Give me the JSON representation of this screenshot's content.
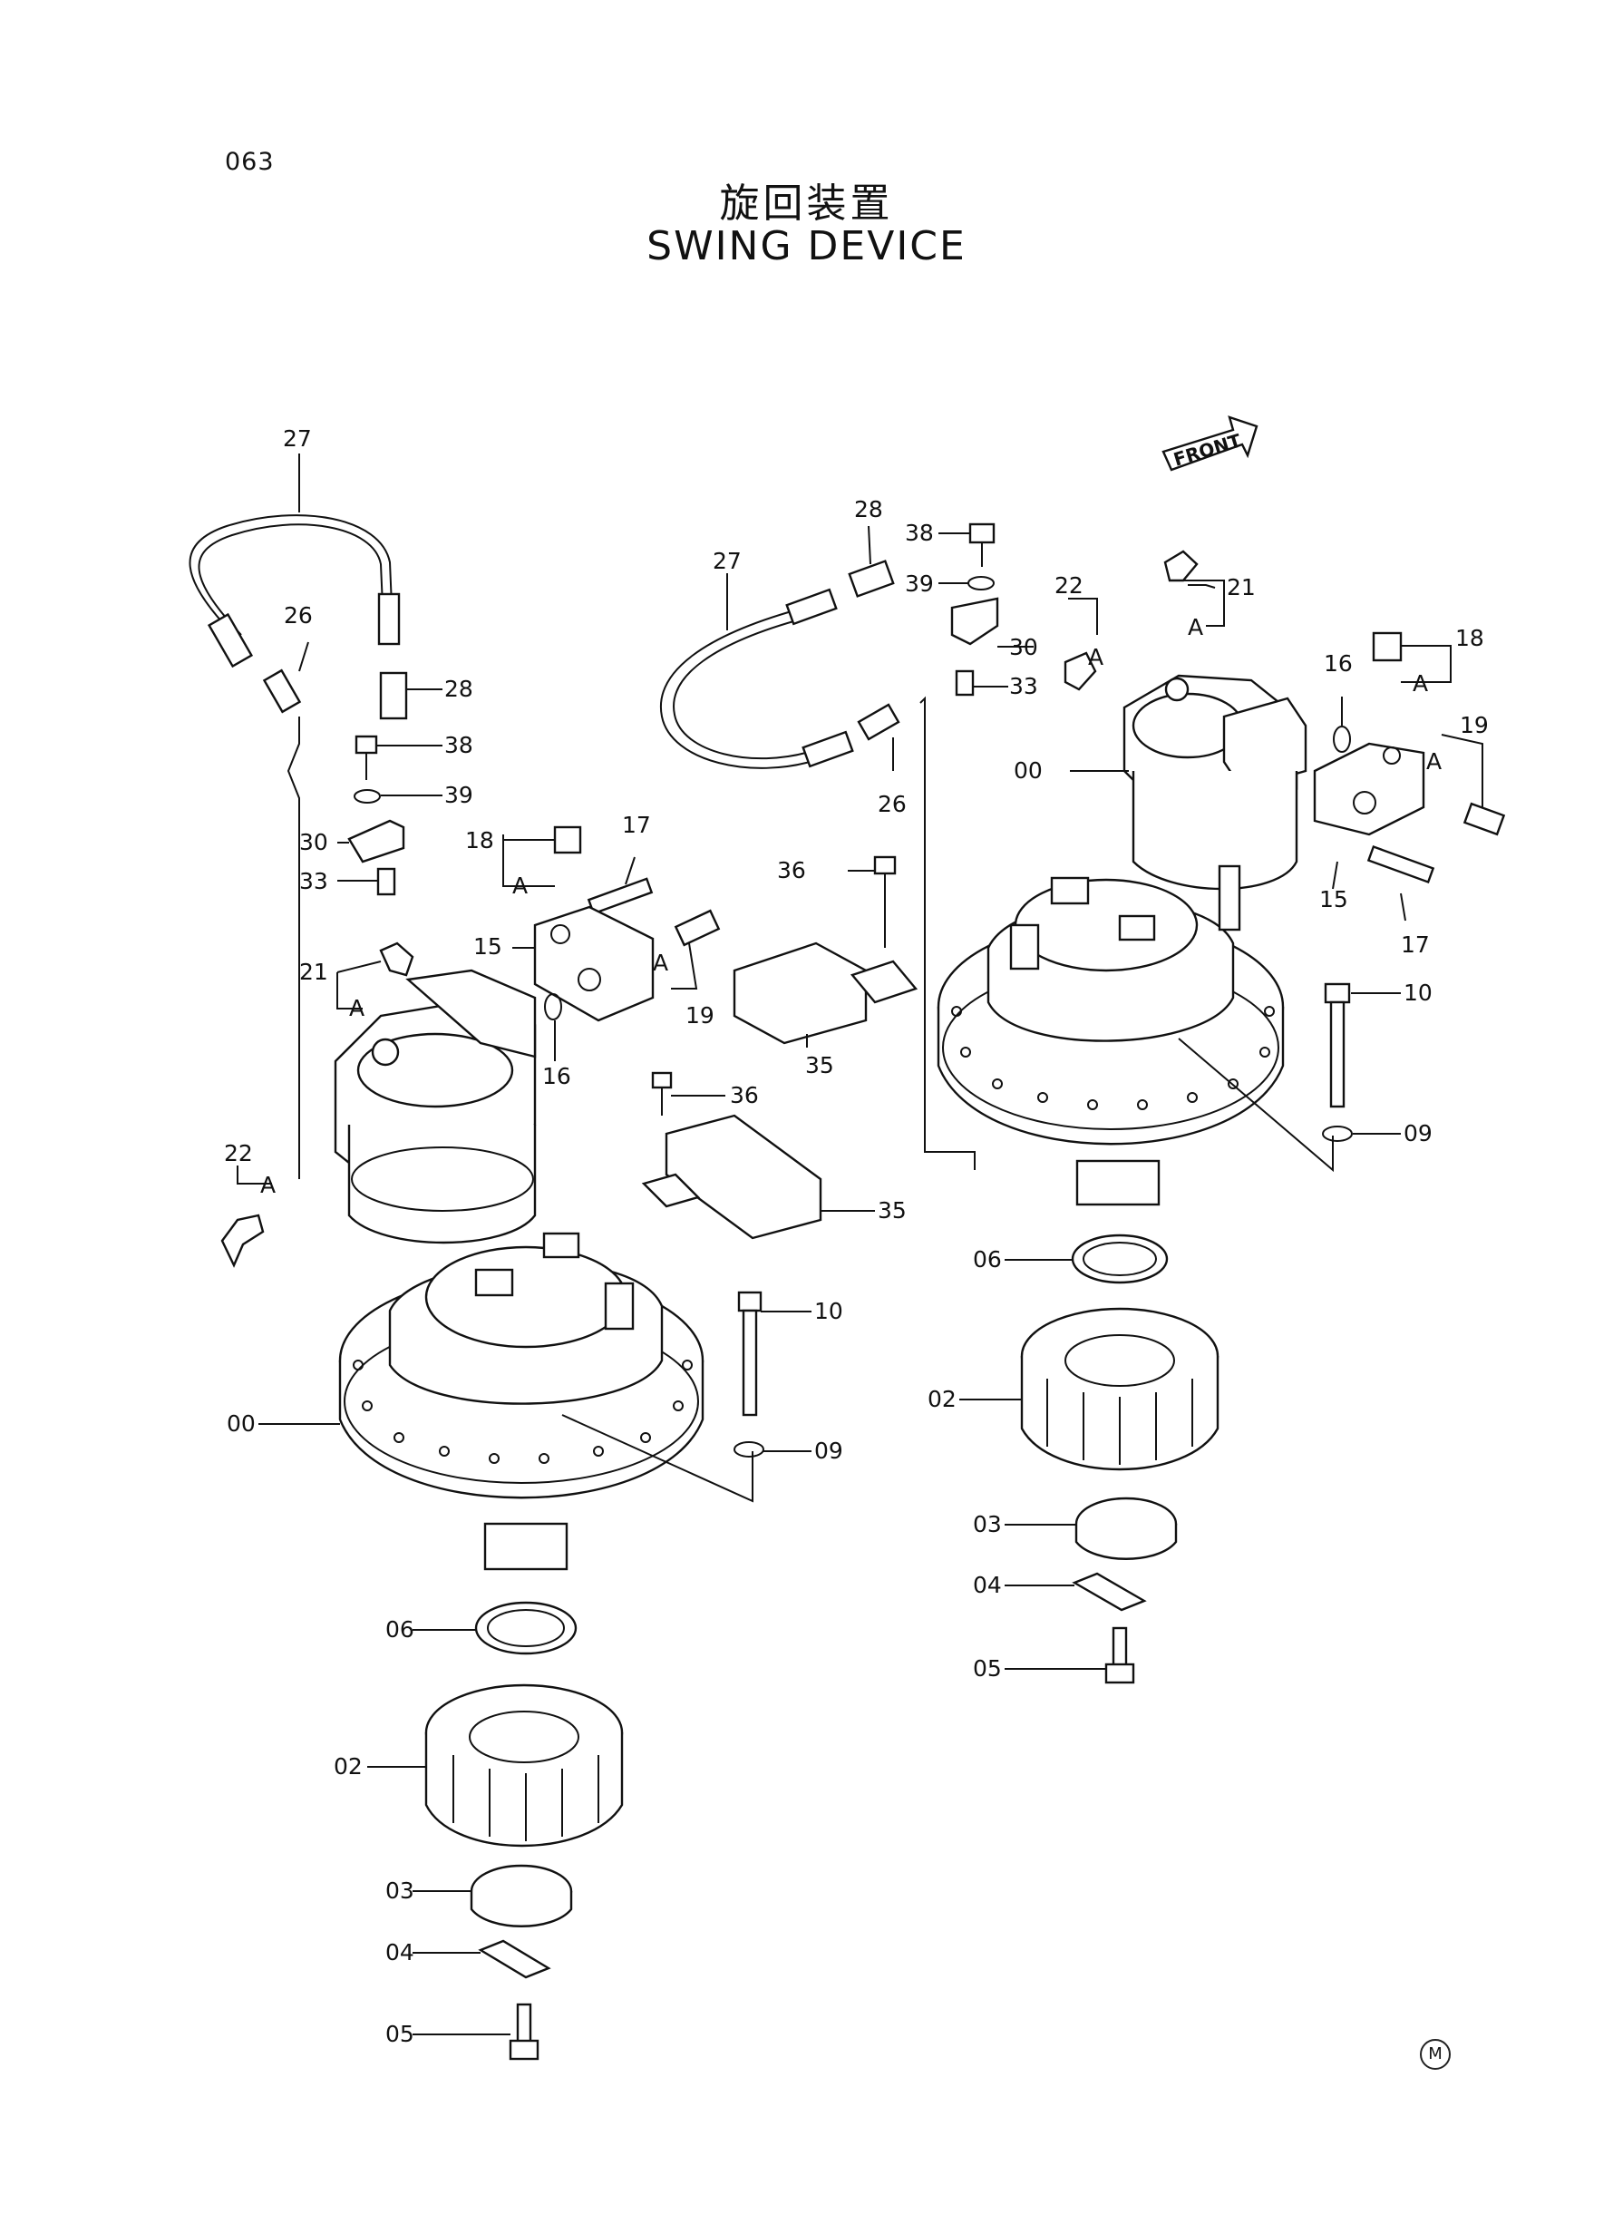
{
  "header": {
    "page_code": "063",
    "title_jp": "旋回装置",
    "title_en": "SWING DEVICE",
    "front_label": "FRONT",
    "corner_mark": "M"
  },
  "left_labels": {
    "l27": "27",
    "l26": "26",
    "l28": "28",
    "l38": "38",
    "l39": "39",
    "l30": "30",
    "l33": "33",
    "l18": "18",
    "l17": "17",
    "lA1": "A",
    "l15": "15",
    "l21": "21",
    "lA2": "A",
    "lA3": "A",
    "l19": "19",
    "l16": "16",
    "l36": "36",
    "l22": "22",
    "lA4": "A",
    "l35": "35",
    "l10": "10",
    "l00": "00",
    "l09": "09",
    "l06": "06",
    "l02": "02",
    "l03": "03",
    "l04": "04",
    "l05": "05"
  },
  "right_labels": {
    "r28": "28",
    "r38": "38",
    "r27": "27",
    "r39": "39",
    "r22": "22",
    "r21": "21",
    "rA1": "A",
    "r30": "30",
    "rA2": "A",
    "r16": "16",
    "r18": "18",
    "r33": "33",
    "rA3": "A",
    "r19": "19",
    "r00": "00",
    "rA4": "A",
    "r26": "26",
    "r36": "36",
    "r15": "15",
    "r17": "17",
    "r10": "10",
    "r35": "35",
    "r09": "09",
    "r06": "06",
    "r02": "02",
    "r03": "03",
    "r04": "04",
    "r05": "05"
  }
}
